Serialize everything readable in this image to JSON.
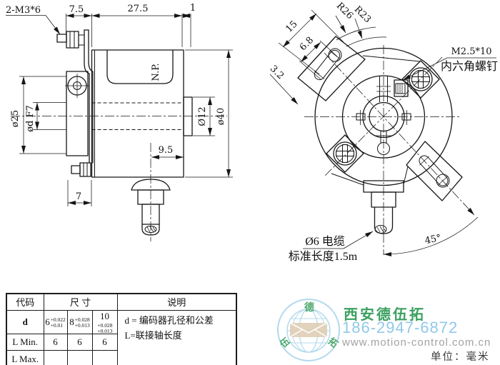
{
  "side_view": {
    "labels": {
      "screws": "2-M3*6",
      "dim_7_5": "7.5",
      "dim_27_5": "27.5",
      "dim_1": "1",
      "np": "N.P.",
      "dia_25": "ø25",
      "dia_d": "ød F7",
      "dia_12": "Ø12",
      "dia_40": "ø40",
      "dim_9_5": "9.5",
      "dim_7": "7"
    }
  },
  "front_view": {
    "labels": {
      "dim_15": "15",
      "dim_6_8": "6.8",
      "dim_3_2": "3.2",
      "r26": "R26",
      "r23": "R23",
      "screw_spec": "M2.5*10",
      "screw_type": "内六角螺钉",
      "angle_45": "45°",
      "cable": "Ø6 电缆",
      "cable_length": "标准长度1.5m"
    }
  },
  "table": {
    "headers": {
      "code": "代码",
      "size": "尺 寸",
      "desc": "说明"
    },
    "rows": [
      {
        "label": "d",
        "cells": [
          {
            "base": "6",
            "sup": "+0.022",
            "sub": "+0.01"
          },
          {
            "base": "8",
            "sup": "+0.028",
            "sub": "+0.013"
          },
          {
            "base": "10",
            "sup": "+0.028",
            "sub": "+0.013"
          }
        ]
      },
      {
        "label": "L Min.",
        "cells": [
          "6",
          "6",
          "6"
        ]
      },
      {
        "label": "L Max.",
        "cells": [
          "",
          "",
          ""
        ]
      }
    ],
    "desc_line1": "d = 编码器孔径和公差",
    "desc_line2": "L=联接轴长度"
  },
  "footer": {
    "company": "西安德伍拓",
    "phone": "186-2947-6872",
    "website": "www.motion-control.com.cn",
    "unit": "单位：毫米",
    "logo_chars": {
      "top": "德",
      "left": "伍",
      "right": "拓"
    },
    "colors": {
      "line": "#161616",
      "company_green": "#3ba05f",
      "phone_blue": "#8fc9e9",
      "site_gray": "#a2a2a2",
      "logo_blue": "#abd5ec",
      "envelope_tan": "#dcc9ae"
    }
  }
}
